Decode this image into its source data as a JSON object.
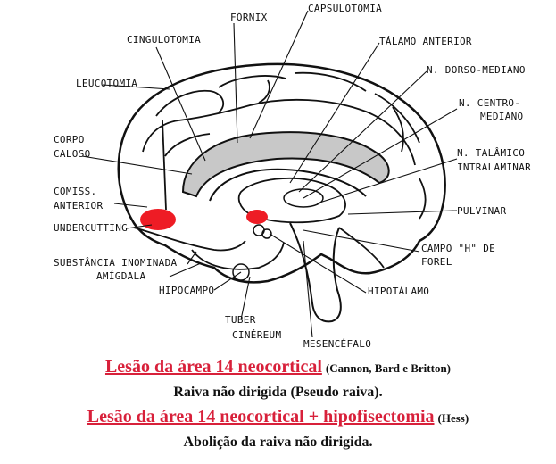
{
  "labels": {
    "fornix": "FÓRNIX",
    "capsulotomia": "CAPSULOTOMIA",
    "cingulotomia": "CINGULOTOMIA",
    "talamo_anterior": "TÁLAMO ANTERIOR",
    "n_dorso_mediano": "N. DORSO-MEDIANO",
    "leucotomia": "LEUCOTOMIA",
    "n_centro_1": "N. CENTRO-",
    "n_centro_2": "MEDIANO",
    "corpo_1": "CORPO",
    "corpo_2": "CALOSO",
    "n_talamico_1": "N. TALÂMICO",
    "n_talamico_2": "INTRALAMINAR",
    "comiss_1": "COMISS.",
    "comiss_2": "ANTERIOR",
    "pulvinar": "PULVINAR",
    "undercutting": "UNDERCUTTING",
    "campo_1": "CAMPO \"H\" DE",
    "campo_2": "FOREL",
    "substancia": "SUBSTÂNCIA INOMINADA",
    "amigdala": "AMÍGDALA",
    "hipotalamo": "HIPOTÁLAMO",
    "hipocampo": "HIPOCAMPO",
    "tuber_1": "TUBER",
    "tuber_2": "CINÉREUM",
    "mesencefalo": "MESENCÉFALO"
  },
  "caption": {
    "line1_red": "Lesão da área 14 neocortical",
    "line1_ref": "(Cannon, Bard e Britton)",
    "line2": "Raiva não dirigida (Pseudo raiva).",
    "line3_red": "Lesão da área 14 neocortical + hipofisectomia",
    "line3_ref": "(Hess)",
    "line4": "Abolição da raiva não dirigida."
  },
  "colors": {
    "lesion": "#ee1c25",
    "caption_red": "#d8203a"
  }
}
